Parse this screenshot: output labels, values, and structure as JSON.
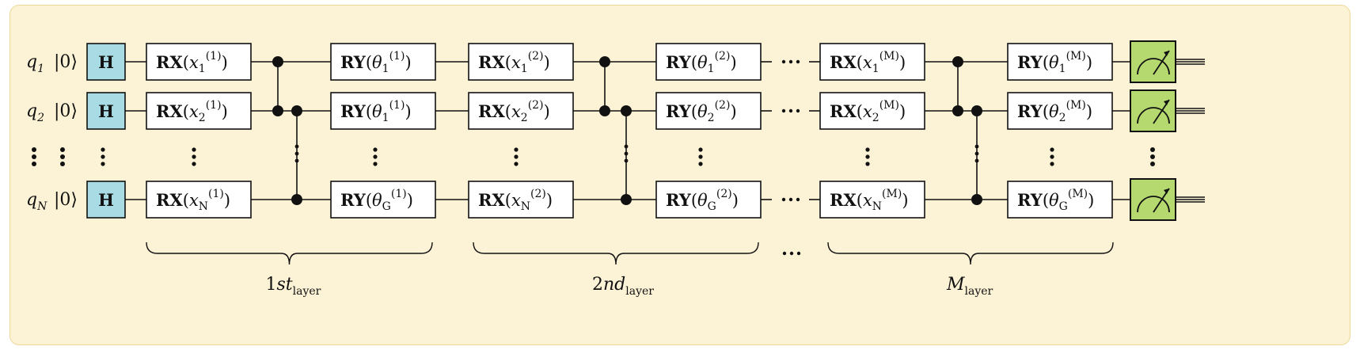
{
  "qubits": [
    {
      "label": "q",
      "index": "1",
      "ket": "|0⟩"
    },
    {
      "label": "q",
      "index": "2",
      "ket": "|0⟩"
    },
    {
      "label": "q",
      "index": "N",
      "ket": "|0⟩"
    }
  ],
  "hadamard_label": "H",
  "rx_name": "RX",
  "ry_name": "RY",
  "layers": [
    {
      "sup": "(1)",
      "rx_subs": [
        "1",
        "2",
        "N"
      ],
      "ry_subs": [
        "1",
        "1",
        "G"
      ],
      "brace_label": {
        "main": "1st",
        "sub": "layer"
      }
    },
    {
      "sup": "(2)",
      "rx_subs": [
        "1",
        "2",
        "N"
      ],
      "ry_subs": [
        "1",
        "2",
        "G"
      ],
      "brace_label": {
        "main": "2nd",
        "sub": "layer"
      }
    },
    {
      "sup": "(M)",
      "rx_subs": [
        "1",
        "2",
        "N"
      ],
      "ry_subs": [
        "1",
        "2",
        "G"
      ],
      "brace_label": {
        "main": "M",
        "sub": "layer"
      }
    }
  ],
  "rx_var": "x",
  "ry_var": "θ",
  "colors": {
    "panel": "#fcf2d6",
    "hadamard_fill": "#a8dbe4",
    "measure_fill": "#b5d96f",
    "ink": "#111111"
  },
  "icons": [
    "vertical-ellipsis-icon",
    "horizontal-ellipsis-icon",
    "measurement-meter-icon",
    "control-dot-icon"
  ]
}
